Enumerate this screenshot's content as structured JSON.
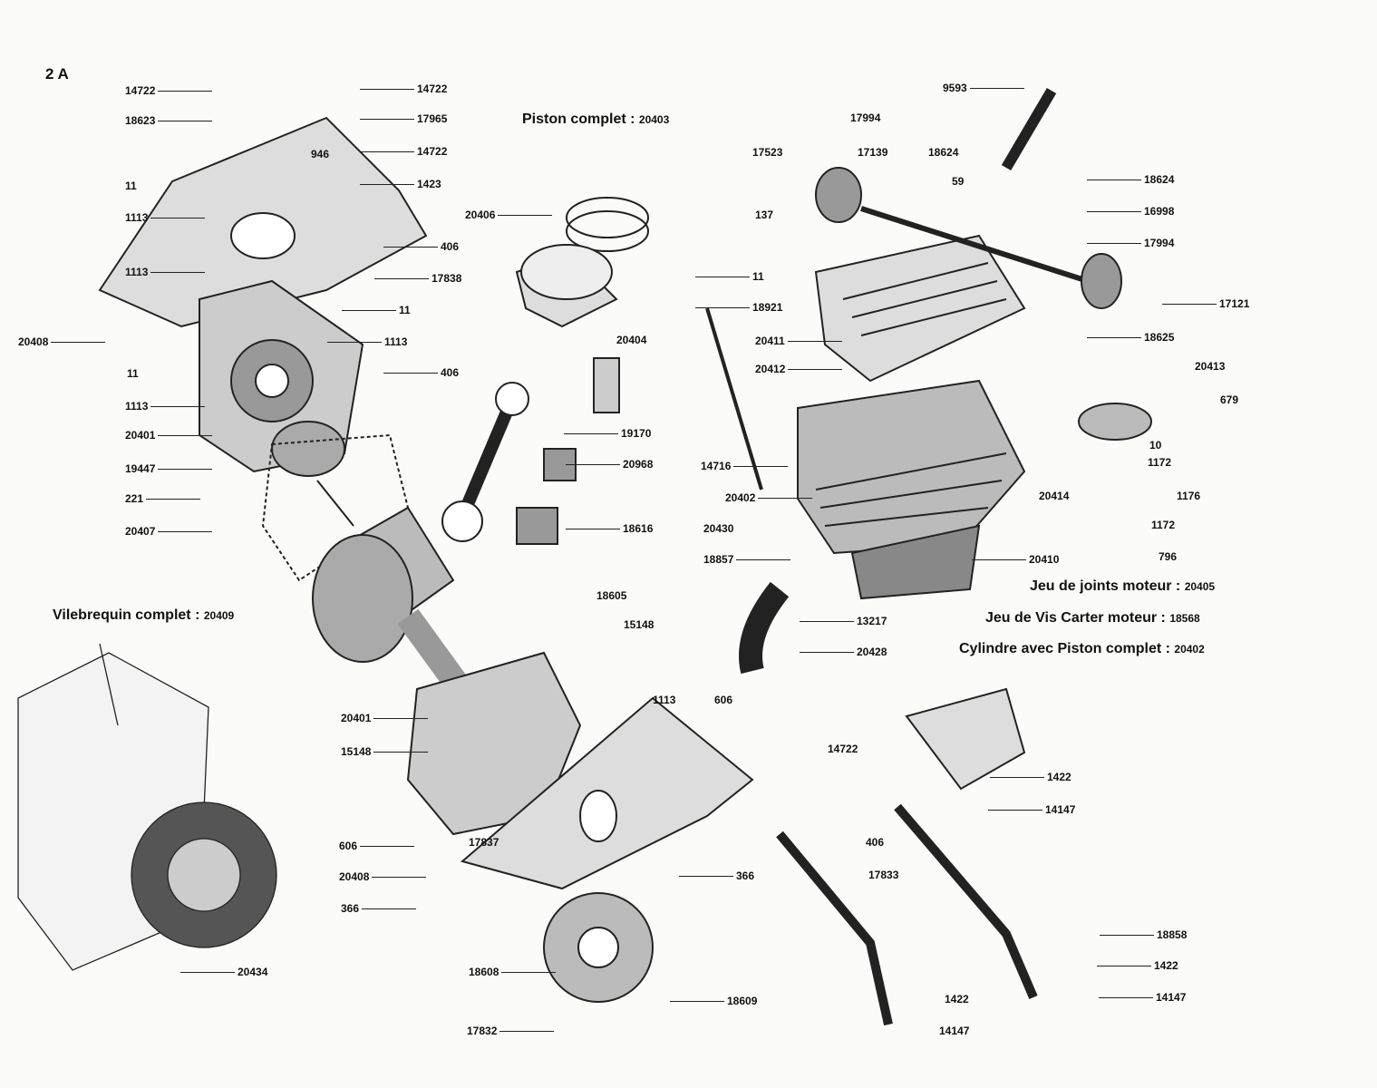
{
  "page_number": "2 A",
  "titles": {
    "piston": {
      "label": "Piston complet",
      "num": "20403"
    },
    "vilebrequin": {
      "label": "Vilebrequin complet",
      "num": "20409"
    },
    "joints": {
      "label": "Jeu de joints moteur",
      "num": "20405"
    },
    "vis": {
      "label": "Jeu de Vis Carter moteur",
      "num": "18568"
    },
    "cylindre": {
      "label": "Cylindre avec Piston complet",
      "num": "20402"
    }
  },
  "labels": [
    "14722",
    "18623",
    "14722",
    "17965",
    "946",
    "14722",
    "1423",
    "11",
    "1113",
    "1113",
    "20408",
    "406",
    "17838",
    "11",
    "1113",
    "406",
    "11",
    "1113",
    "20401",
    "19447",
    "221",
    "20407",
    "20406",
    "20404",
    "19170",
    "20968",
    "18616",
    "17994",
    "9593",
    "17523",
    "17139",
    "18624",
    "137",
    "59",
    "18624",
    "16998",
    "17994",
    "17121",
    "11",
    "18921",
    "20411",
    "18625",
    "20412",
    "20413",
    "679",
    "10",
    "1172",
    "14716",
    "20402",
    "20414",
    "1176",
    "1172",
    "20430",
    "796",
    "18857",
    "20410",
    "13217",
    "20428",
    "18605",
    "15148",
    "1113",
    "606",
    "20401",
    "14722",
    "15148",
    "1422",
    "14147",
    "606",
    "17837",
    "406",
    "20408",
    "366",
    "17833",
    "366",
    "20434",
    "18858",
    "1422",
    "18608",
    "14147",
    "1422",
    "18609",
    "17832",
    "14147"
  ]
}
